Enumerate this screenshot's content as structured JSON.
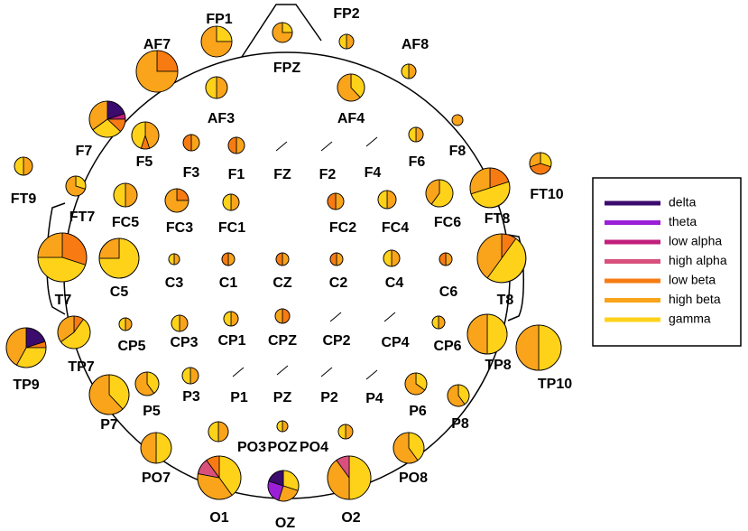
{
  "band_colors": {
    "delta": "#3b0b6e",
    "theta": "#9a1fd6",
    "low alpha": "#c21f7c",
    "high alpha": "#d9507d",
    "low beta": "#f77b12",
    "high beta": "#f9a41a",
    "gamma": "#ffd21a"
  },
  "legend": {
    "items": [
      "delta",
      "theta",
      "low alpha",
      "high alpha",
      "low beta",
      "high beta",
      "gamma"
    ]
  },
  "electrodes": [
    {
      "label": "FP1",
      "wedges": [
        [
          "gamma",
          0.25
        ],
        [
          "high beta",
          0.75
        ]
      ]
    },
    {
      "label": "FPZ",
      "wedges": [
        [
          "gamma",
          0.25
        ],
        [
          "high beta",
          0.75
        ]
      ]
    },
    {
      "label": "FP2",
      "wedges": [
        [
          "high beta",
          0.5
        ],
        [
          "gamma",
          0.5
        ]
      ]
    },
    {
      "label": "AF7",
      "wedges": [
        [
          "low beta",
          0.25
        ],
        [
          "high beta",
          0.75
        ]
      ]
    },
    {
      "label": "AF3",
      "wedges": [
        [
          "high beta",
          0.5
        ],
        [
          "gamma",
          0.5
        ]
      ]
    },
    {
      "label": "AF4",
      "wedges": [
        [
          "gamma",
          0.38
        ],
        [
          "high beta",
          0.62
        ]
      ]
    },
    {
      "label": "AF8",
      "wedges": [
        [
          "high beta",
          0.5
        ],
        [
          "gamma",
          0.5
        ]
      ]
    },
    {
      "label": "F7",
      "wedges": [
        [
          "delta",
          0.2
        ],
        [
          "low alpha",
          0.05
        ],
        [
          "low beta",
          0.12
        ],
        [
          "gamma",
          0.28
        ],
        [
          "high beta",
          0.35
        ]
      ]
    },
    {
      "label": "F5",
      "wedges": [
        [
          "high beta",
          0.45
        ],
        [
          "low beta",
          0.1
        ],
        [
          "gamma",
          0.45
        ]
      ]
    },
    {
      "label": "F3",
      "wedges": [
        [
          "high beta",
          0.5
        ],
        [
          "low beta",
          0.5
        ]
      ]
    },
    {
      "label": "F1",
      "wedges": [
        [
          "high beta",
          0.5
        ],
        [
          "low beta",
          0.5
        ]
      ]
    },
    {
      "label": "FZ",
      "wedges": []
    },
    {
      "label": "F2",
      "wedges": []
    },
    {
      "label": "F4",
      "wedges": []
    },
    {
      "label": "F6",
      "wedges": [
        [
          "high beta",
          0.5
        ],
        [
          "gamma",
          0.5
        ]
      ]
    },
    {
      "label": "F8",
      "wedges": [
        [
          "high beta",
          1.0
        ]
      ]
    },
    {
      "label": "FT9",
      "wedges": [
        [
          "high beta",
          0.5
        ],
        [
          "gamma",
          0.5
        ]
      ]
    },
    {
      "label": "FT7",
      "wedges": [
        [
          "gamma",
          0.3
        ],
        [
          "high beta",
          0.7
        ]
      ]
    },
    {
      "label": "FC5",
      "wedges": [
        [
          "high beta",
          0.5
        ],
        [
          "gamma",
          0.5
        ]
      ]
    },
    {
      "label": "FC3",
      "wedges": [
        [
          "low beta",
          0.25
        ],
        [
          "high beta",
          0.75
        ]
      ]
    },
    {
      "label": "FC1",
      "wedges": [
        [
          "high beta",
          0.5
        ],
        [
          "gamma",
          0.5
        ]
      ]
    },
    {
      "label": "FC2",
      "wedges": [
        [
          "high beta",
          0.5
        ],
        [
          "low beta",
          0.5
        ]
      ]
    },
    {
      "label": "FC4",
      "wedges": [
        [
          "high beta",
          0.5
        ],
        [
          "gamma",
          0.5
        ]
      ]
    },
    {
      "label": "FC6",
      "wedges": [
        [
          "gamma",
          0.6
        ],
        [
          "high beta",
          0.4
        ]
      ]
    },
    {
      "label": "FT8",
      "wedges": [
        [
          "low beta",
          0.2
        ],
        [
          "gamma",
          0.5
        ],
        [
          "high beta",
          0.3
        ]
      ]
    },
    {
      "label": "FT10",
      "wedges": [
        [
          "gamma",
          0.3
        ],
        [
          "low beta",
          0.4
        ],
        [
          "high beta",
          0.3
        ]
      ]
    },
    {
      "label": "T7",
      "wedges": [
        [
          "low beta",
          0.3
        ],
        [
          "gamma",
          0.45
        ],
        [
          "high beta",
          0.25
        ]
      ]
    },
    {
      "label": "C5",
      "wedges": [
        [
          "gamma",
          0.75
        ],
        [
          "high beta",
          0.25
        ]
      ]
    },
    {
      "label": "C3",
      "wedges": [
        [
          "high beta",
          0.5
        ],
        [
          "gamma",
          0.5
        ]
      ]
    },
    {
      "label": "C1",
      "wedges": [
        [
          "high beta",
          0.5
        ],
        [
          "low beta",
          0.5
        ]
      ]
    },
    {
      "label": "CZ",
      "wedges": [
        [
          "high beta",
          0.5
        ],
        [
          "low beta",
          0.5
        ]
      ]
    },
    {
      "label": "C2",
      "wedges": [
        [
          "high beta",
          0.5
        ],
        [
          "low beta",
          0.5
        ]
      ]
    },
    {
      "label": "C4",
      "wedges": [
        [
          "high beta",
          0.5
        ],
        [
          "gamma",
          0.5
        ]
      ]
    },
    {
      "label": "C6",
      "wedges": [
        [
          "high beta",
          0.5
        ],
        [
          "low beta",
          0.5
        ]
      ]
    },
    {
      "label": "T8",
      "wedges": [
        [
          "low beta",
          0.1
        ],
        [
          "gamma",
          0.5
        ],
        [
          "high beta",
          0.4
        ]
      ]
    },
    {
      "label": "TP9",
      "wedges": [
        [
          "delta",
          0.2
        ],
        [
          "low beta",
          0.05
        ],
        [
          "gamma",
          0.33
        ],
        [
          "high beta",
          0.42
        ]
      ]
    },
    {
      "label": "TP7",
      "wedges": [
        [
          "low beta",
          0.1
        ],
        [
          "gamma",
          0.55
        ],
        [
          "high beta",
          0.35
        ]
      ]
    },
    {
      "label": "CP5",
      "wedges": [
        [
          "high beta",
          0.5
        ],
        [
          "gamma",
          0.5
        ]
      ]
    },
    {
      "label": "CP3",
      "wedges": [
        [
          "high beta",
          0.5
        ],
        [
          "gamma",
          0.5
        ]
      ]
    },
    {
      "label": "CP1",
      "wedges": [
        [
          "high beta",
          0.5
        ],
        [
          "gamma",
          0.5
        ]
      ]
    },
    {
      "label": "CPZ",
      "wedges": [
        [
          "low beta",
          0.5
        ],
        [
          "high beta",
          0.5
        ]
      ]
    },
    {
      "label": "CP2",
      "wedges": []
    },
    {
      "label": "CP4",
      "wedges": []
    },
    {
      "label": "CP6",
      "wedges": [
        [
          "high beta",
          0.5
        ],
        [
          "gamma",
          0.5
        ]
      ]
    },
    {
      "label": "TP8",
      "wedges": [
        [
          "gamma",
          0.5
        ],
        [
          "high beta",
          0.5
        ]
      ]
    },
    {
      "label": "TP10",
      "wedges": [
        [
          "gamma",
          0.5
        ],
        [
          "high beta",
          0.5
        ]
      ]
    },
    {
      "label": "P7",
      "wedges": [
        [
          "gamma",
          0.38
        ],
        [
          "high beta",
          0.62
        ]
      ]
    },
    {
      "label": "P5",
      "wedges": [
        [
          "gamma",
          0.4
        ],
        [
          "high beta",
          0.6
        ]
      ]
    },
    {
      "label": "P3",
      "wedges": [
        [
          "high beta",
          0.5
        ],
        [
          "gamma",
          0.5
        ]
      ]
    },
    {
      "label": "P1",
      "wedges": []
    },
    {
      "label": "PZ",
      "wedges": []
    },
    {
      "label": "P2",
      "wedges": []
    },
    {
      "label": "P4",
      "wedges": []
    },
    {
      "label": "P6",
      "wedges": [
        [
          "gamma",
          0.35
        ],
        [
          "high beta",
          0.65
        ]
      ]
    },
    {
      "label": "P8",
      "wedges": [
        [
          "gamma",
          0.4
        ],
        [
          "high beta",
          0.6
        ]
      ]
    },
    {
      "label": "PO7",
      "wedges": [
        [
          "gamma",
          0.5
        ],
        [
          "high beta",
          0.5
        ]
      ]
    },
    {
      "label": "PO3",
      "wedges": [
        [
          "high beta",
          0.5
        ],
        [
          "gamma",
          0.5
        ]
      ]
    },
    {
      "label": "POZ",
      "wedges": [
        [
          "high beta",
          0.5
        ],
        [
          "gamma",
          0.5
        ]
      ]
    },
    {
      "label": "PO4",
      "wedges": [
        [
          "high beta",
          0.5
        ],
        [
          "gamma",
          0.5
        ]
      ]
    },
    {
      "label": "PO8",
      "wedges": [
        [
          "gamma",
          0.4
        ],
        [
          "high beta",
          0.6
        ]
      ]
    },
    {
      "label": "O1",
      "wedges": [
        [
          "gamma",
          0.4
        ],
        [
          "high beta",
          0.38
        ],
        [
          "high alpha",
          0.12
        ],
        [
          "low beta",
          0.1
        ]
      ]
    },
    {
      "label": "OZ",
      "wedges": [
        [
          "gamma",
          0.3
        ],
        [
          "high beta",
          0.25
        ],
        [
          "theta",
          0.25
        ],
        [
          "delta",
          0.2
        ]
      ]
    },
    {
      "label": "O2",
      "wedges": [
        [
          "gamma",
          0.5
        ],
        [
          "high beta",
          0.4
        ],
        [
          "high alpha",
          0.1
        ]
      ]
    }
  ]
}
